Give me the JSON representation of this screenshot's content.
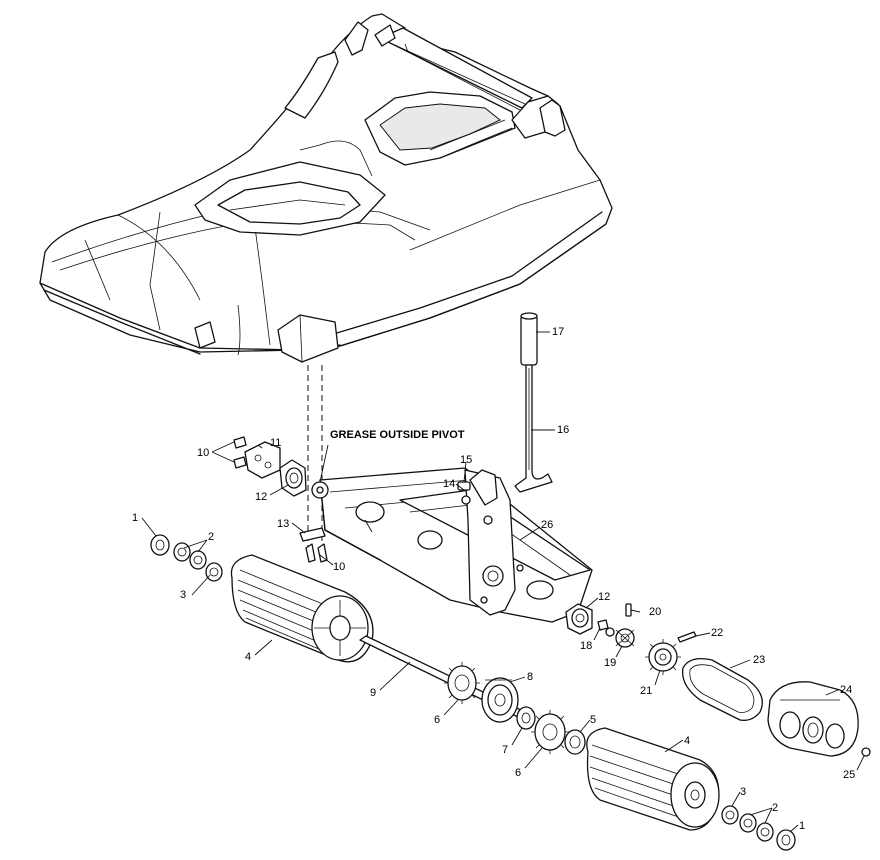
{
  "note": "GREASE OUTSIDE PIVOT",
  "callouts": {
    "c1a": "1",
    "c2a": "2",
    "c3a": "3",
    "c4a": "4",
    "c6a": "6",
    "c7": "7",
    "c8": "8",
    "c9": "9",
    "c10a": "10",
    "c10b": "10",
    "c11": "11",
    "c12a": "12",
    "c12b": "12",
    "c13": "13",
    "c14": "14",
    "c15": "15",
    "c16": "16",
    "c17": "17",
    "c18": "18",
    "c19": "19",
    "c20": "20",
    "c21": "21",
    "c22": "22",
    "c23": "23",
    "c24": "24",
    "c25": "25",
    "c26": "26",
    "c4b": "4",
    "c5": "5",
    "c6b": "6",
    "c3b": "3",
    "c2b": "2",
    "c1b": "1"
  }
}
